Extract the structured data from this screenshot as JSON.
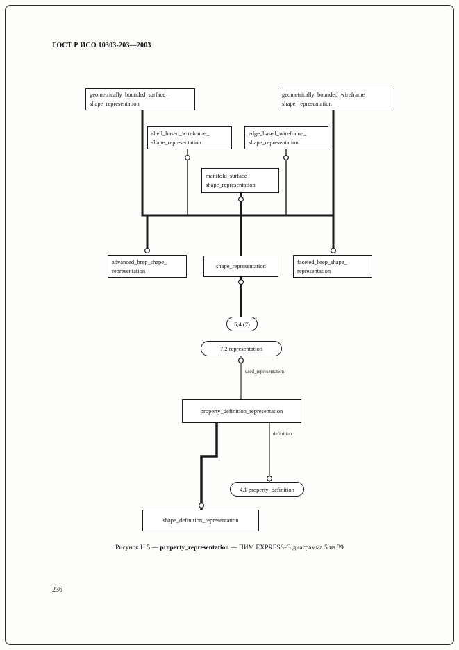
{
  "page": {
    "header": "ГОСТ Р ИСО 10303-203—2003",
    "page_number": "236",
    "background": "#fdfdfb",
    "border_color": "#2a2a2a"
  },
  "caption": {
    "prefix": "Рисунок Н.5 — ",
    "figure_name": "property_representation",
    "suffix": " — ПИМ EXPRESS-G диаграмма 5 из 39"
  },
  "diagram": {
    "line_color": "#1a1a1a",
    "entities": [
      {
        "line1": "geometrically_bounded_surface_",
        "line2": "shape_representation"
      },
      {
        "line1": "geometrically_bounded_wireframe",
        "line2": "shape_representation"
      },
      {
        "line1": "shell_based_wireframe_",
        "line2": "shape_representation"
      },
      {
        "line1": "edge_based_wireframe_",
        "line2": "shape_representation"
      },
      {
        "line1": "manifold_surface_",
        "line2": "shape_representation"
      },
      {
        "line1": "advanced_brep_shape_",
        "line2": "representation"
      },
      {
        "label": "shape_representation"
      },
      {
        "line1": "faceted_brep_shape_",
        "line2": "representation"
      },
      {
        "label": "property_definition_representation"
      },
      {
        "label": "shape_definition_representation"
      }
    ],
    "page_refs": [
      {
        "label": "5,4 (7)"
      },
      {
        "label": "7,2 representation"
      },
      {
        "label": "4,1 property_definition"
      }
    ],
    "edge_labels": [
      {
        "label": "used_representation"
      },
      {
        "label": "definition"
      }
    ]
  }
}
